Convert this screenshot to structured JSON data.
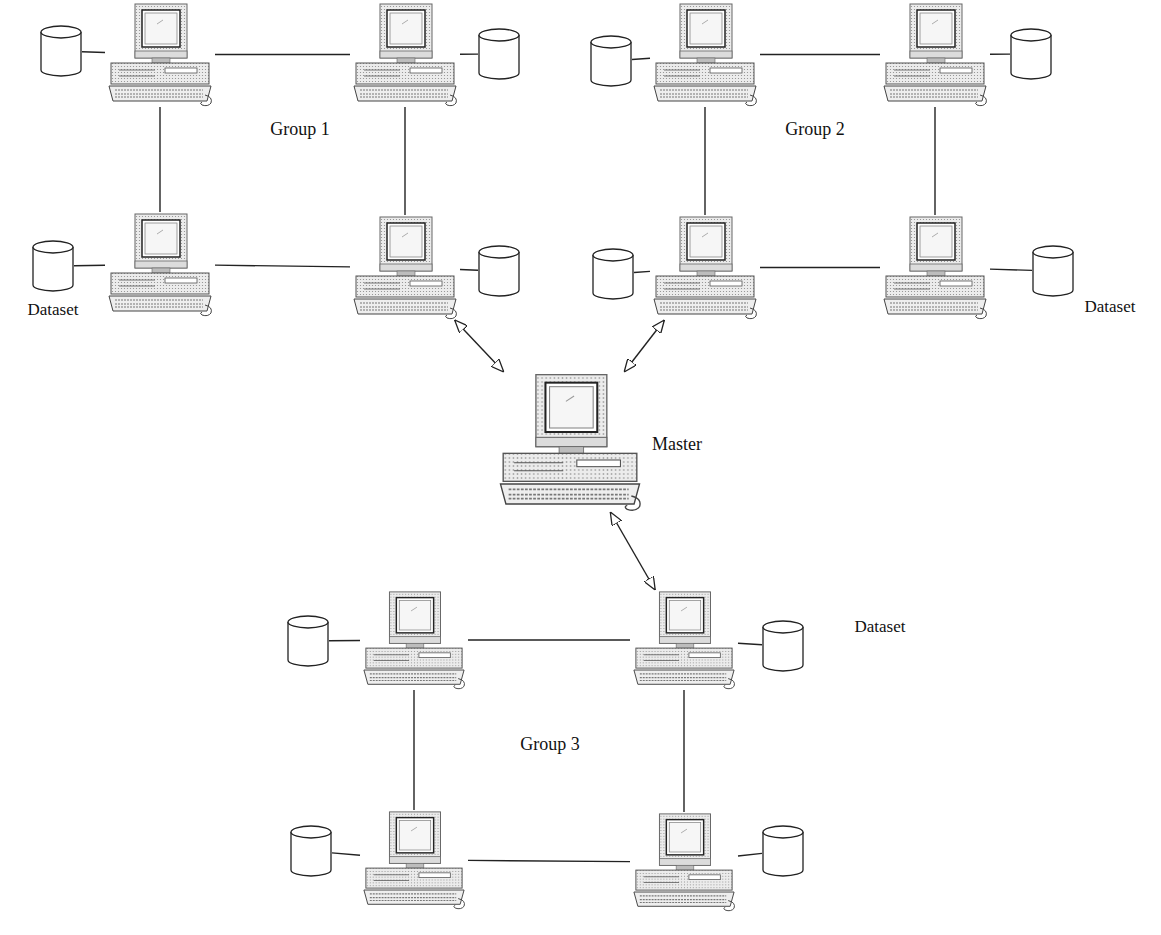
{
  "diagram": {
    "nodes": [
      {},
      {},
      {},
      {},
      {},
      {},
      {},
      {},
      {
        "text": [
          "Dataset"
        ]
      },
      {},
      {},
      {},
      {},
      {},
      {},
      {
        "text": [
          "Dataset"
        ]
      },
      {
        "text": [
          "Master"
        ]
      },
      {},
      {},
      {},
      {
        "text": [
          "Dataset"
        ]
      },
      {},
      {},
      {},
      {}
    ],
    "edges": [
      {
        "from": 0,
        "to": 1,
        "arrow": "none"
      },
      {
        "from": 1,
        "to": 2,
        "arrow": "none"
      },
      {
        "from": 2,
        "to": 3,
        "arrow": "none"
      },
      {
        "from": 1,
        "to": 9,
        "arrow": "none"
      },
      {
        "from": 2,
        "to": 10,
        "arrow": "none"
      },
      {
        "from": 8,
        "to": 9,
        "arrow": "none"
      },
      {
        "from": 9,
        "to": 10,
        "arrow": "none"
      },
      {
        "from": 10,
        "to": 11,
        "arrow": "none"
      },
      {
        "from": 4,
        "to": 5,
        "arrow": "none"
      },
      {
        "from": 5,
        "to": 6,
        "arrow": "none"
      },
      {
        "from": 6,
        "to": 7,
        "arrow": "none"
      },
      {
        "from": 5,
        "to": 13,
        "arrow": "none"
      },
      {
        "from": 6,
        "to": 14,
        "arrow": "none"
      },
      {
        "from": 12,
        "to": 13,
        "arrow": "none"
      },
      {
        "from": 13,
        "to": 14,
        "arrow": "none"
      },
      {
        "from": 14,
        "to": 15,
        "arrow": "none"
      },
      {
        "from": 17,
        "to": 18,
        "arrow": "none"
      },
      {
        "from": 18,
        "to": 19,
        "arrow": "none"
      },
      {
        "from": 19,
        "to": 20,
        "arrow": "none"
      },
      {
        "from": 18,
        "to": 22,
        "arrow": "none"
      },
      {
        "from": 19,
        "to": 23,
        "arrow": "none"
      },
      {
        "from": 21,
        "to": 22,
        "arrow": "none"
      },
      {
        "from": 22,
        "to": 23,
        "arrow": "none"
      },
      {
        "from": 23,
        "to": 24,
        "arrow": "none"
      },
      {
        "from": 16,
        "to": 10,
        "arrow": "both"
      },
      {
        "from": 16,
        "to": 13,
        "arrow": "both"
      },
      {
        "from": 16,
        "to": 19,
        "arrow": "both"
      }
    ],
    "labels": [
      "Group 1",
      "Group 2",
      "Group 3"
    ]
  }
}
